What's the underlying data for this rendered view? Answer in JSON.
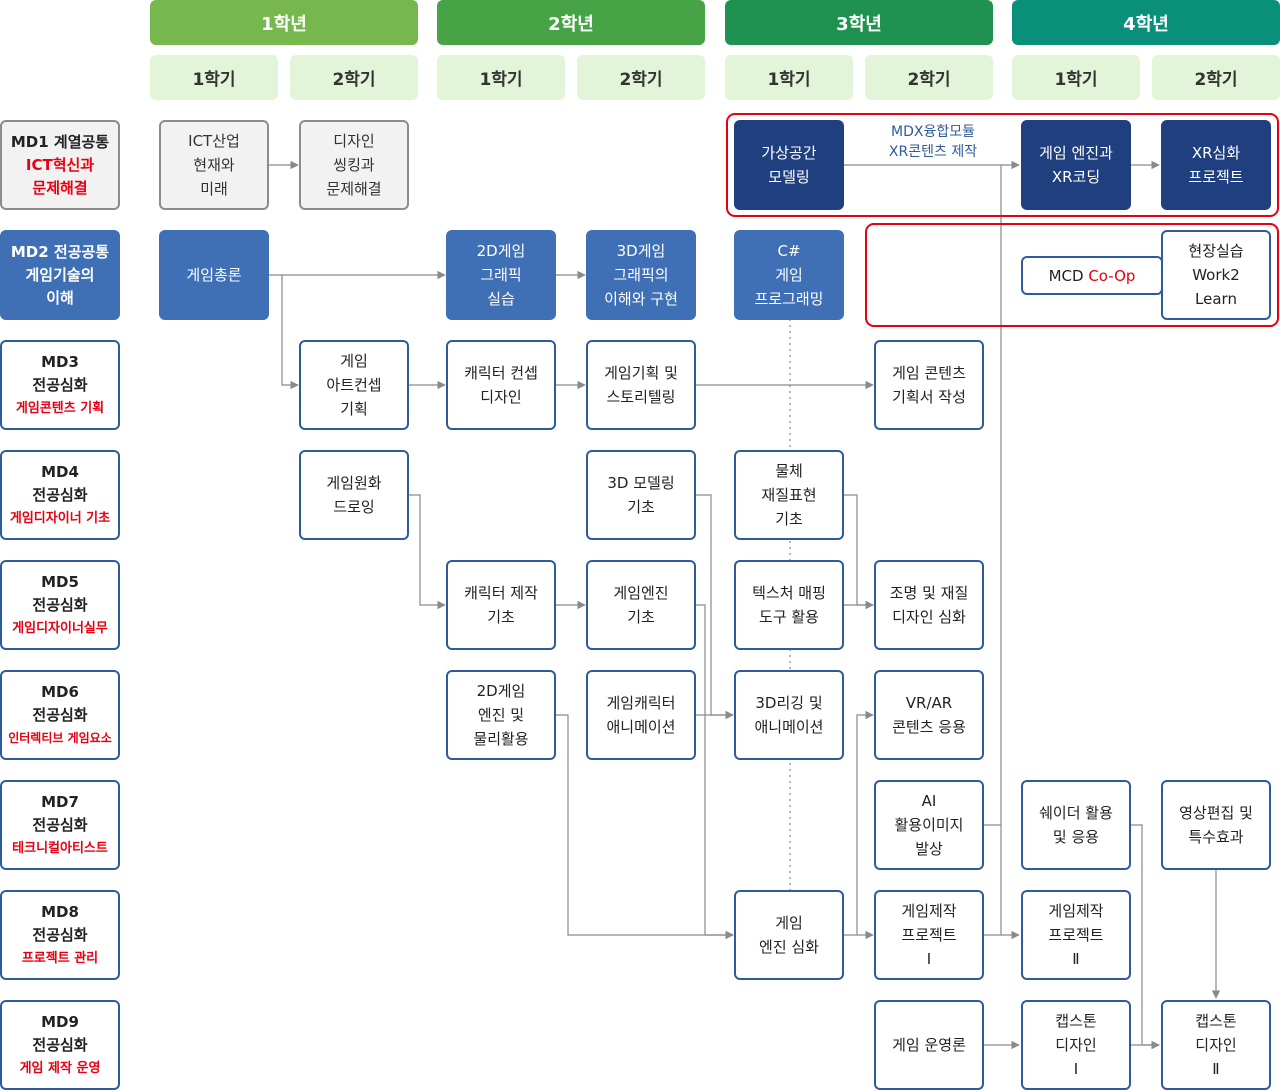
{
  "years": [
    {
      "label": "1학년",
      "color": "#77b84e",
      "semesters": [
        "1학기",
        "2학기"
      ]
    },
    {
      "label": "2학년",
      "color": "#46a346",
      "semesters": [
        "1학기",
        "2학기"
      ]
    },
    {
      "label": "3학년",
      "color": "#1f9150",
      "semesters": [
        "1학기",
        "2학기"
      ]
    },
    {
      "label": "4학년",
      "color": "#0a8f7a",
      "semesters": [
        "1학기",
        "2학기"
      ]
    }
  ],
  "md_labels": {
    "md1": {
      "title": "MD1 계열공통",
      "sub1": "ICT혁신과",
      "sub2": "문제해결"
    },
    "md2": {
      "line1": "MD2 전공공통",
      "line2": "게임기술의",
      "line3": "이해"
    },
    "md3": {
      "code": "MD3",
      "kind": "전공심화",
      "sub": "게임콘텐츠 기획"
    },
    "md4": {
      "code": "MD4",
      "kind": "전공심화",
      "sub": "게임디자이너 기초"
    },
    "md5": {
      "code": "MD5",
      "kind": "전공심화",
      "sub": "게임디자이너실무"
    },
    "md6": {
      "code": "MD6",
      "kind": "전공심화",
      "sub": "인터렉티브 게임요소"
    },
    "md7": {
      "code": "MD7",
      "kind": "전공심화",
      "sub": "테크니컬아티스트"
    },
    "md8": {
      "code": "MD8",
      "kind": "전공심화",
      "sub": "프로젝트 관리"
    },
    "md9": {
      "code": "MD9",
      "kind": "전공심화",
      "sub": "게임 제작 운영"
    }
  },
  "courses": {
    "ict_industry": [
      "ICT산업",
      "현재와",
      "미래"
    ],
    "design_thinking": [
      "디자인",
      "씽킹과",
      "문제해결"
    ],
    "game_intro": [
      "게임총론"
    ],
    "graphics_2d": [
      "2D게임",
      "그래픽",
      "실습"
    ],
    "graphics_3d": [
      "3D게임",
      "그래픽의",
      "이해와 구현"
    ],
    "csharp": [
      "C#",
      "게임",
      "프로그래밍"
    ],
    "virtual_space": [
      "가상공간",
      "모델링"
    ],
    "engine_xr": [
      "게임 엔진과",
      "XR코딩"
    ],
    "xr_project": [
      "XR심화",
      "프로젝트"
    ],
    "art_concept": [
      "게임",
      "아트컨셉",
      "기획"
    ],
    "char_concept": [
      "캐릭터 컨셉",
      "디자인"
    ],
    "storytelling": [
      "게임기획 및",
      "스토리텔링"
    ],
    "content_plan": [
      "게임 콘텐츠",
      "기획서 작성"
    ],
    "drawing": [
      "게임원화",
      "드로잉"
    ],
    "modeling_3d": [
      "3D 모델링",
      "기초"
    ],
    "material": [
      "물체",
      "재질표현",
      "기초"
    ],
    "char_make": [
      "캐릭터 제작",
      "기초"
    ],
    "engine_basic": [
      "게임엔진",
      "기초"
    ],
    "texture": [
      "텍스처 매핑",
      "도구 활용"
    ],
    "lighting": [
      "조명 및 재질",
      "디자인 심화"
    ],
    "engine_2d": [
      "2D게임",
      "엔진 및",
      "물리활용"
    ],
    "char_anim": [
      "게임캐릭터",
      "애니메이션"
    ],
    "rigging": [
      "3D리깅 및",
      "애니메이션"
    ],
    "vrar": [
      "VR/AR",
      "콘텐츠 응용"
    ],
    "ai_image": [
      "AI",
      "활용이미지",
      "발상"
    ],
    "shader": [
      "쉐이더 활용",
      "및 응용"
    ],
    "video_fx": [
      "영상편집 및",
      "특수효과"
    ],
    "engine_adv": [
      "게임",
      "엔진 심화"
    ],
    "project_1": [
      "게임제작",
      "프로젝트",
      "Ⅰ"
    ],
    "project_2": [
      "게임제작",
      "프로젝트",
      "Ⅱ"
    ],
    "operation": [
      "게임 운영론"
    ],
    "capstone_1": [
      "캡스톤",
      "디자인",
      "Ⅰ"
    ],
    "capstone_2": [
      "캡스톤",
      "디자인",
      "Ⅱ"
    ],
    "field_practice": [
      "현장실습",
      "Work2",
      "Learn"
    ]
  },
  "mdx_bridge": {
    "line1": "MDX융합모듈",
    "line2": "XR콘텐츠 제작"
  },
  "mcd": {
    "prefix": "MCD ",
    "highlight": "Co-Op"
  }
}
